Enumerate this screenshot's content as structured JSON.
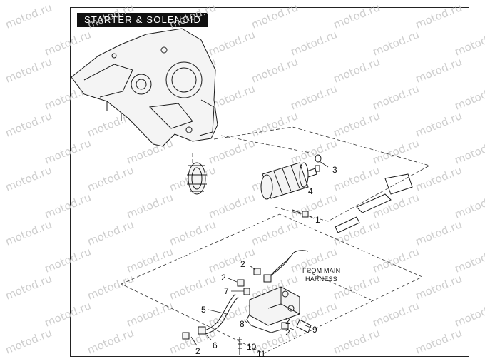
{
  "title": "STARTER & SOLENOID",
  "watermark": "motod.ru",
  "callouts": [
    "1",
    "2",
    "2",
    "2",
    "2",
    "2",
    "3",
    "4",
    "5",
    "6",
    "7",
    "8",
    "9",
    "10",
    "11"
  ],
  "note": {
    "line1": "FROM MAIN",
    "line2": "HARNESS"
  }
}
